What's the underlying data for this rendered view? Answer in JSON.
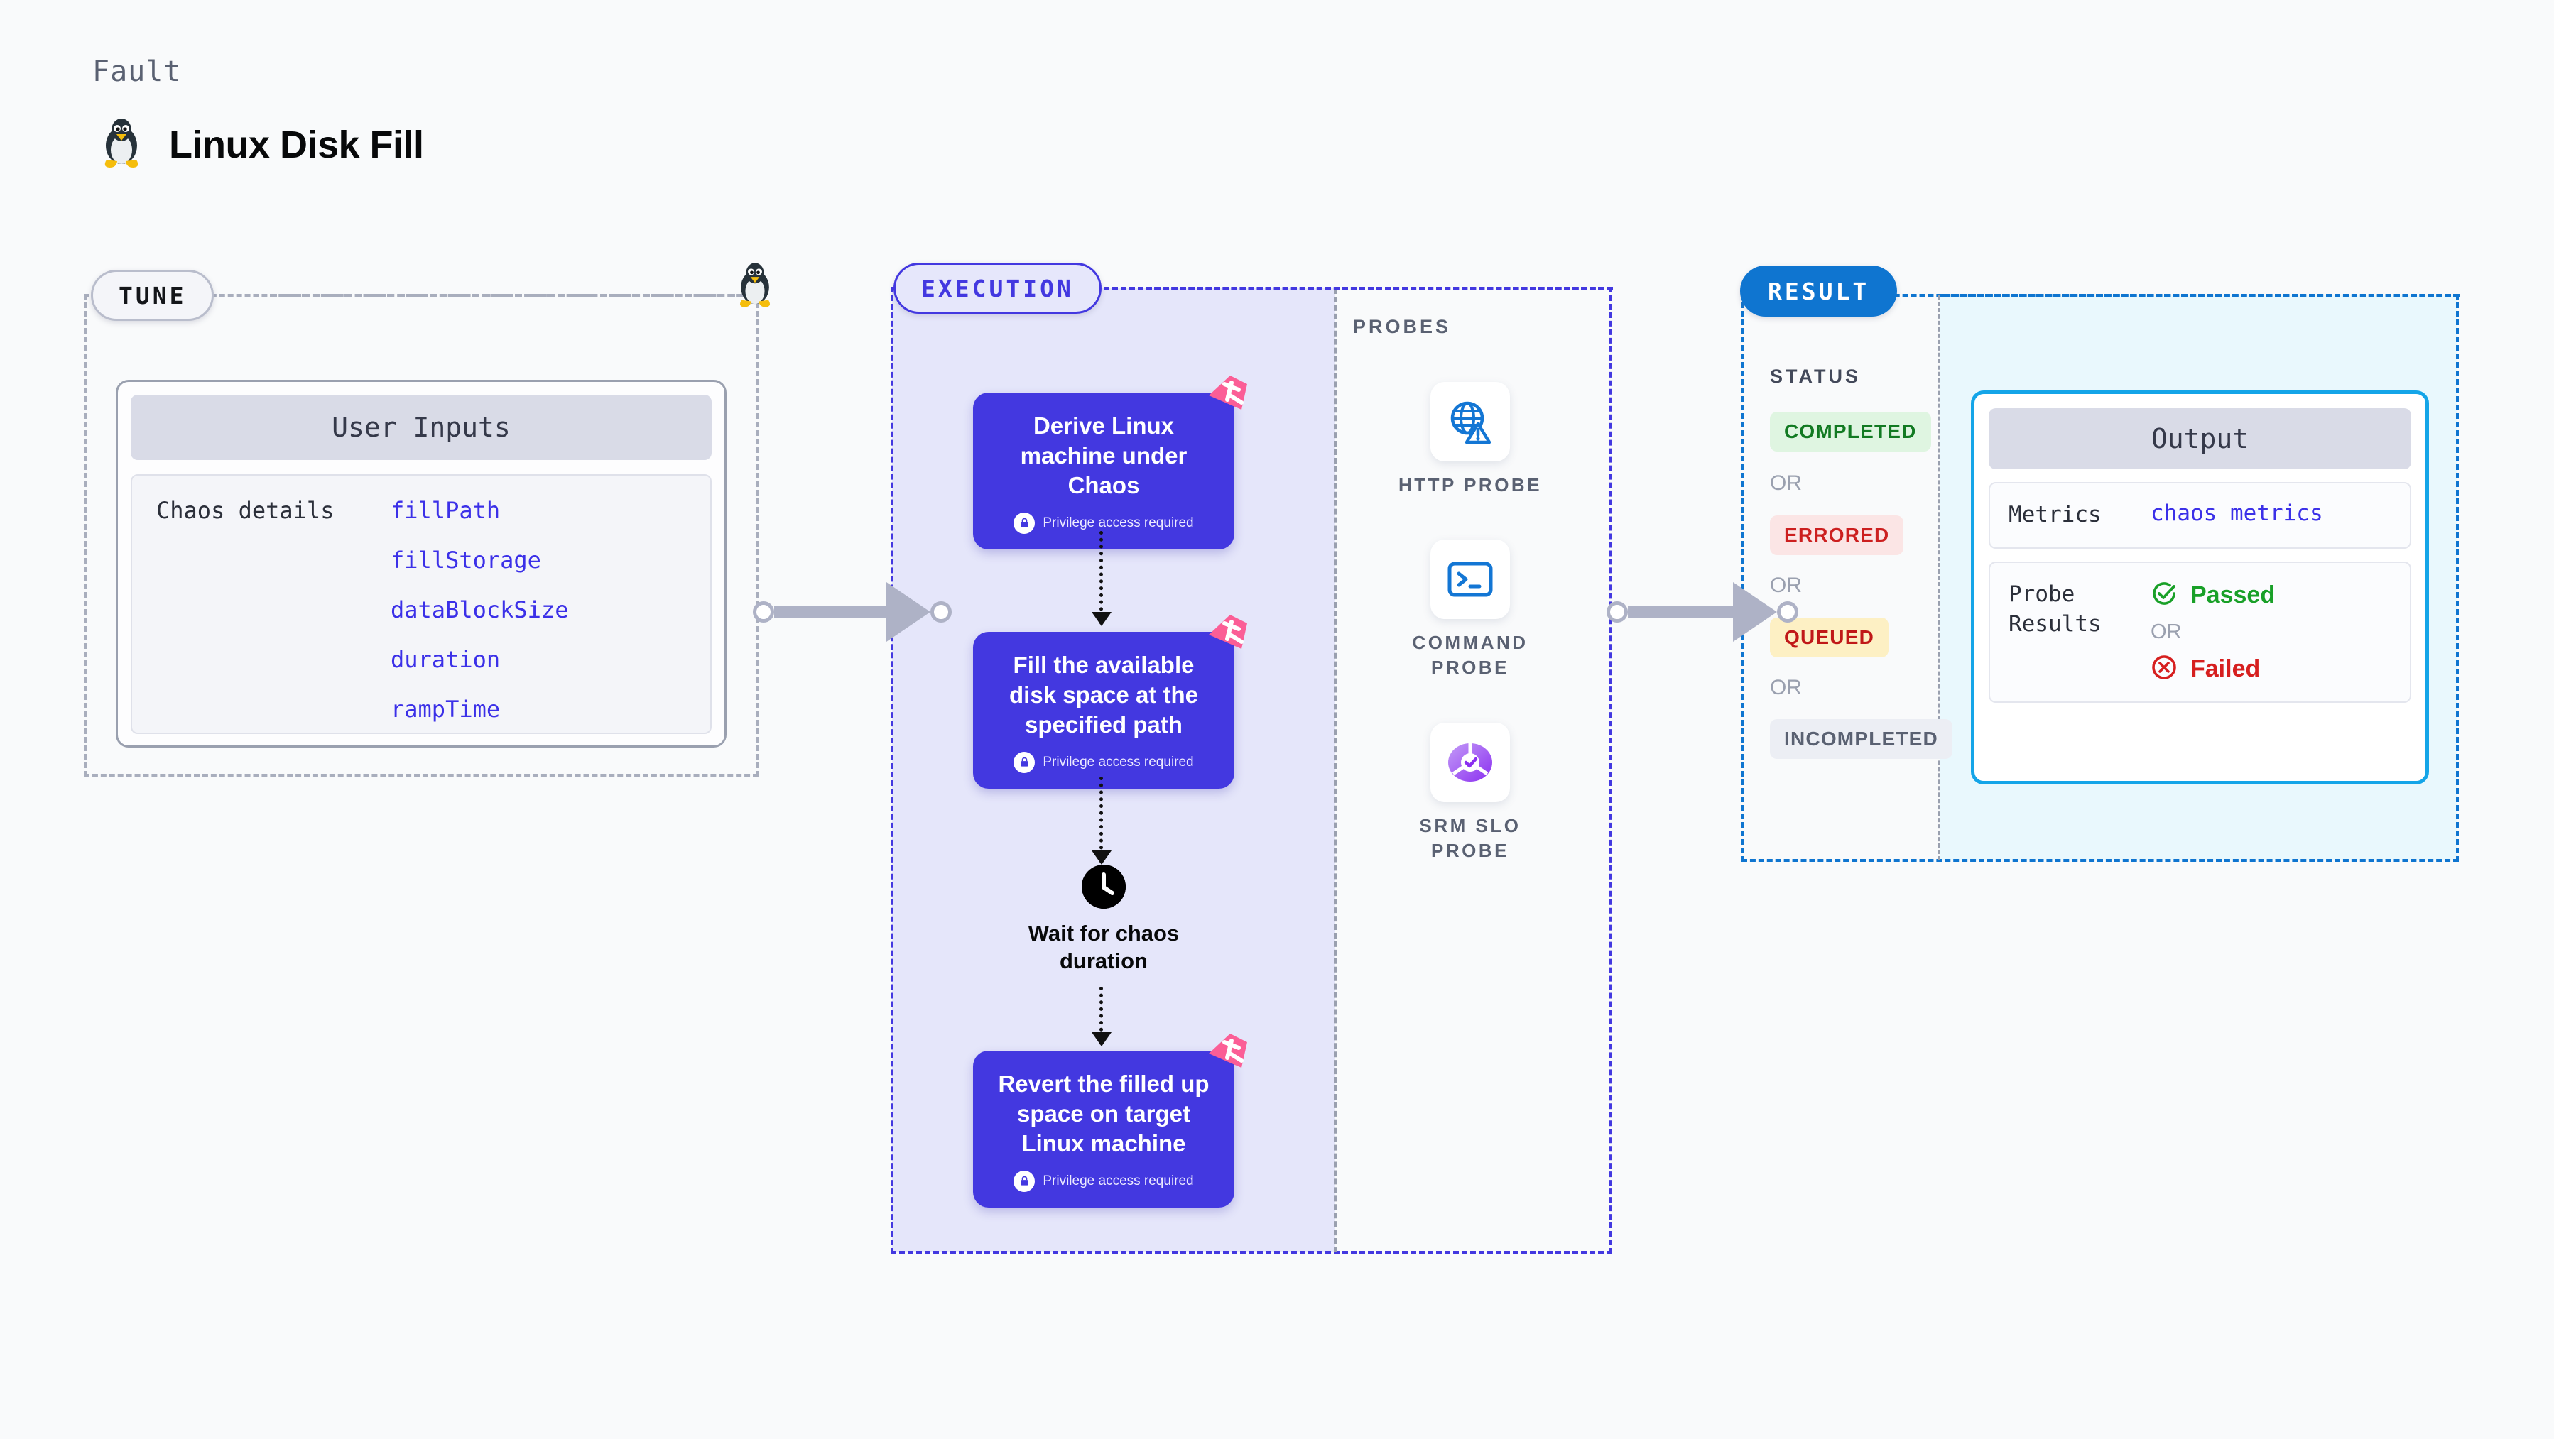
{
  "header": {
    "eyebrow": "Fault",
    "title": "Linux Disk Fill",
    "icon": "linux-penguin-icon"
  },
  "tune": {
    "pill_label": "TUNE",
    "card_title": "User Inputs",
    "row_key": "Chaos details",
    "params": [
      "fillPath",
      "fillStorage",
      "dataBlockSize",
      "duration",
      "rampTime"
    ]
  },
  "execution": {
    "pill_label": "EXECUTION",
    "steps": [
      {
        "title": "Derive Linux machine under Chaos",
        "privilege": "Privilege access required"
      },
      {
        "title": "Fill the available disk space at the specified path",
        "privilege": "Privilege access required"
      },
      {
        "title": "Revert the filled up space on target Linux machine",
        "privilege": "Privilege access required"
      }
    ],
    "wait_step": {
      "label": "Wait for chaos duration",
      "icon": "clock-icon"
    }
  },
  "probes": {
    "title": "PROBES",
    "items": [
      {
        "label": "HTTP PROBE",
        "icon": "globe-warning-icon"
      },
      {
        "label": "COMMAND PROBE",
        "icon": "terminal-icon"
      },
      {
        "label": "SRM SLO PROBE",
        "icon": "slo-donut-check-icon"
      }
    ]
  },
  "result": {
    "pill_label": "RESULT",
    "status_title": "STATUS",
    "or_label": "OR",
    "statuses": [
      "COMPLETED",
      "ERRORED",
      "QUEUED",
      "INCOMPLETED"
    ],
    "output": {
      "card_title": "Output",
      "metrics_key": "Metrics",
      "metrics_value": "chaos metrics",
      "probe_key": "Probe Results",
      "passed_label": "Passed",
      "failed_label": "Failed",
      "or_label": "OR"
    }
  },
  "colors": {
    "page_background": "#f9fafb",
    "execution_accent": "#4338e0",
    "execution_fill": "#e5e6fa",
    "result_accent": "#0f75d0",
    "result_fill": "#e9f8fd",
    "output_border": "#14a5e8",
    "tune_border": "#a9aebd",
    "param_text": "#3b30e8",
    "ribbon": "#fb5e96",
    "completed": "#127a22",
    "errored": "#cc1f1f",
    "queued": "#c01818",
    "incompleted": "#5a6172",
    "passed": "#19a028",
    "failed": "#d61f1f"
  }
}
